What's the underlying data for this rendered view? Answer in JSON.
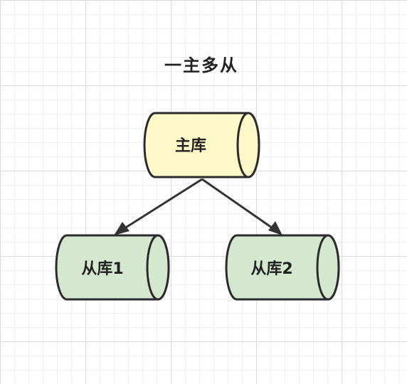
{
  "title": "一主多从",
  "nodes": {
    "master": {
      "label": "主库",
      "fill": "#fff8c8"
    },
    "slave1": {
      "label": "从库1",
      "fill": "#d4e7cf"
    },
    "slave2": {
      "label": "从库2",
      "fill": "#d4e7cf"
    }
  },
  "colors": {
    "stroke": "#2b2b2b",
    "arrow": "#333333"
  }
}
